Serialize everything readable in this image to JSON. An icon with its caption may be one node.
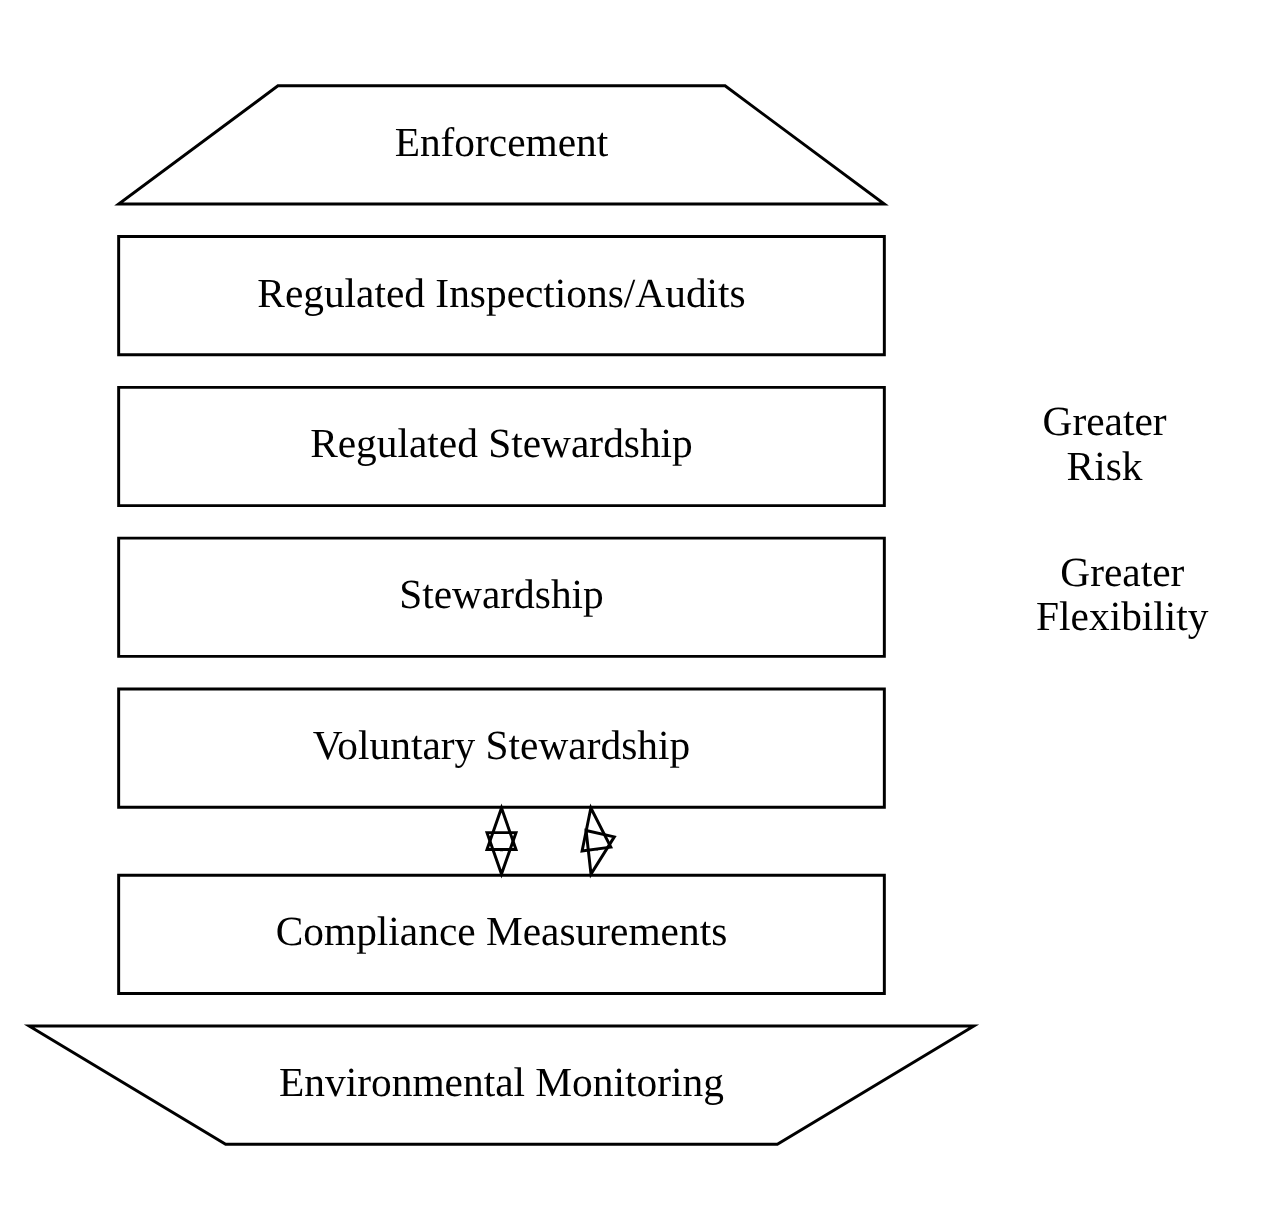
{
  "diagram": {
    "nodes": [
      {
        "text": [
          "Enforcement"
        ]
      },
      {
        "text": [
          "Regulated Inspections/Audits"
        ]
      },
      {
        "text": [
          "Regulated Stewardship"
        ]
      },
      {
        "text": [
          "Stewardship"
        ]
      },
      {
        "text": [
          "Voluntary Stewardship"
        ]
      },
      {
        "text": [
          "Compliance Measurements"
        ]
      },
      {
        "text": [
          "Environmental Monitoring"
        ]
      }
    ],
    "edges": [
      {
        "from": 4,
        "to": 5,
        "arrow": "both"
      },
      {
        "from": 4,
        "to": 5,
        "arrow": "both"
      }
    ],
    "labels": [
      "Greater Risk",
      "Greater Flexibility"
    ]
  }
}
